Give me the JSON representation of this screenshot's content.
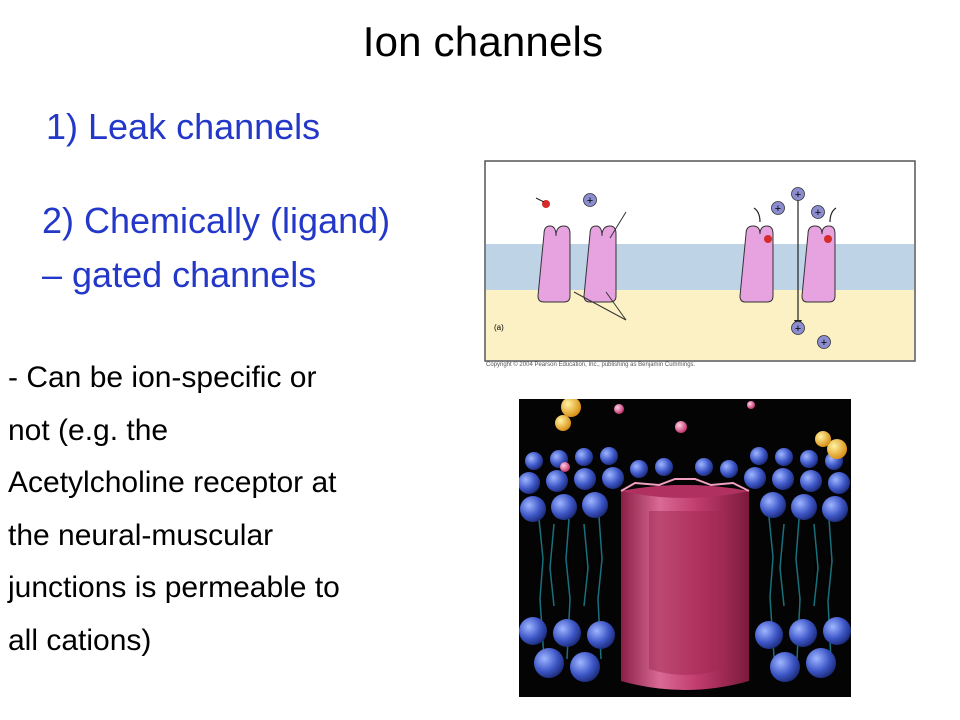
{
  "title": "Ion channels",
  "items": [
    {
      "label": "1) Leak channels"
    },
    {
      "label_line1": "2) Chemically (ligand)",
      "label_line2": "– gated channels"
    }
  ],
  "note_lines": [
    "- Can be ion-specific or",
    "not (e.g. the",
    "Acetylcholine receptor at",
    "the neural-muscular",
    "junctions is permeable to",
    "all cations)"
  ],
  "figure_top": {
    "panel_label": "(a)",
    "ion_symbol": "+",
    "copyright": "Copyright © 2004 Pearson Education, Inc., publishing as Benjamin Cummings."
  },
  "colors": {
    "heading": "#000000",
    "list_text": "#2338c8",
    "channel": "#e6a3df",
    "membrane_blue": "#bed3e6",
    "cytoplasm": "#fbf1c4",
    "ligand": "#d42b2b",
    "ion": "#8c8cd0"
  }
}
